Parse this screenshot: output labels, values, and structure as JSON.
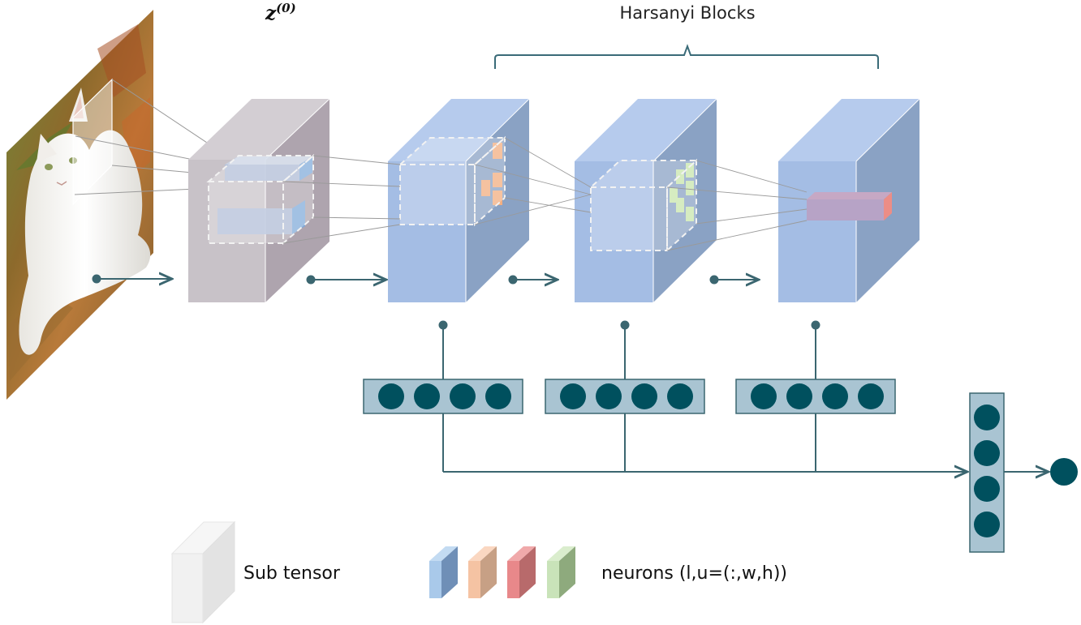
{
  "labels": {
    "z0_base": "z",
    "z0_superscript": "(0)",
    "harsanyi": "Harsanyi Blocks",
    "subtensor": "Sub tensor",
    "neurons": "neurons (l,u=(:,w,h))"
  },
  "colors": {
    "tensor_input": "#c8c2c8",
    "tensor_block": "#a4bde4",
    "link": "#3b6670",
    "neuron": "#00505e",
    "neuron_box": "#a9c4d2",
    "bracket": "#3a6b78",
    "neuron_blue": "#a9c9ea",
    "neuron_orange": "#f5c3a3",
    "neuron_red": "#e8888a",
    "neuron_green": "#c9e3b9"
  },
  "input_image": {
    "subject": "white kitten sitting on grass and fallen leaves"
  }
}
